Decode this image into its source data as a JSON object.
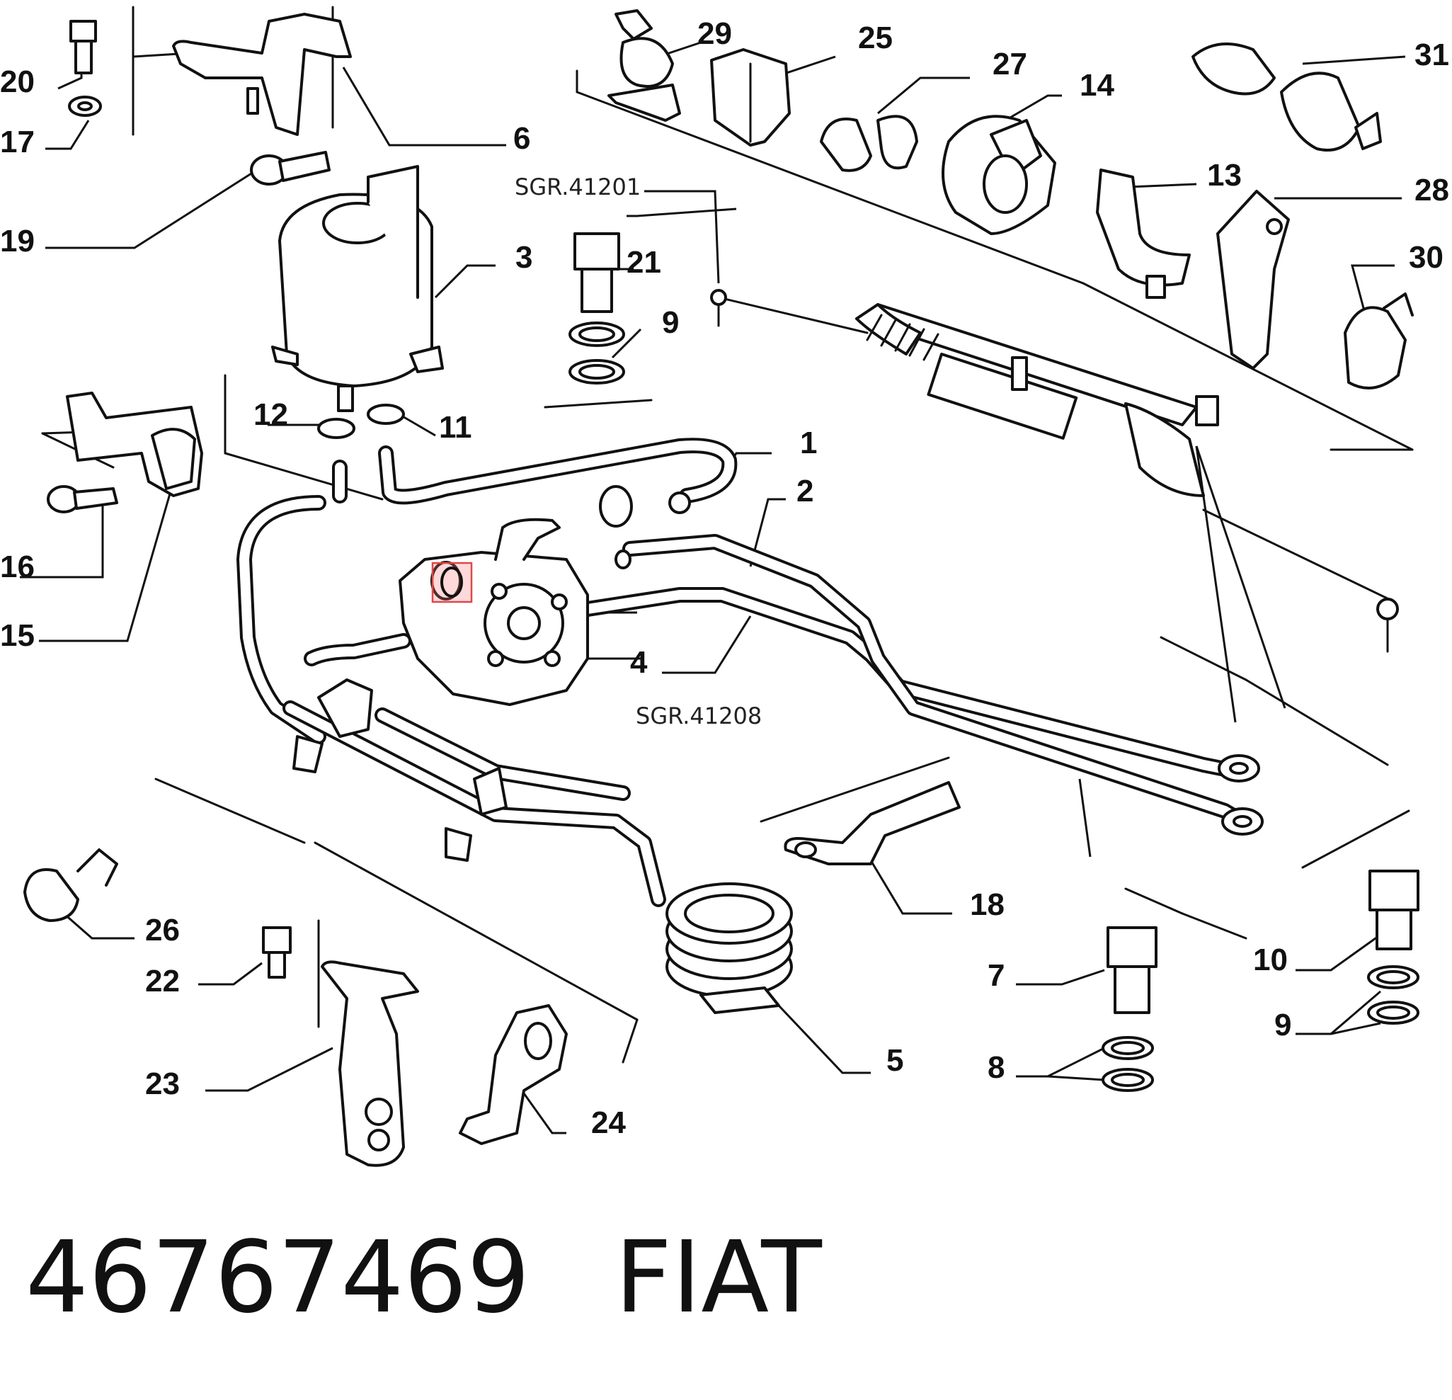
{
  "callouts": [
    {
      "id": "c20",
      "text": "20"
    },
    {
      "id": "c17",
      "text": "17"
    },
    {
      "id": "c6",
      "text": "6"
    },
    {
      "id": "c19",
      "text": "19"
    },
    {
      "id": "c3",
      "text": "3"
    },
    {
      "id": "c21",
      "text": "21"
    },
    {
      "id": "c9a",
      "text": "9"
    },
    {
      "id": "c12",
      "text": "12"
    },
    {
      "id": "c11",
      "text": "11"
    },
    {
      "id": "c16",
      "text": "16"
    },
    {
      "id": "c15",
      "text": "15"
    },
    {
      "id": "c1",
      "text": "1"
    },
    {
      "id": "c2",
      "text": "2"
    },
    {
      "id": "c4",
      "text": "4"
    },
    {
      "id": "c29",
      "text": "29"
    },
    {
      "id": "c25",
      "text": "25"
    },
    {
      "id": "c27",
      "text": "27"
    },
    {
      "id": "c14",
      "text": "14"
    },
    {
      "id": "c31",
      "text": "31"
    },
    {
      "id": "c13",
      "text": "13"
    },
    {
      "id": "c28",
      "text": "28"
    },
    {
      "id": "c30",
      "text": "30"
    },
    {
      "id": "c18",
      "text": "18"
    },
    {
      "id": "c26",
      "text": "26"
    },
    {
      "id": "c22",
      "text": "22"
    },
    {
      "id": "c23",
      "text": "23"
    },
    {
      "id": "c24",
      "text": "24"
    },
    {
      "id": "c5",
      "text": "5"
    },
    {
      "id": "c7",
      "text": "7"
    },
    {
      "id": "c8",
      "text": "8"
    },
    {
      "id": "c10",
      "text": "10"
    },
    {
      "id": "c9b",
      "text": "9"
    }
  ],
  "references": {
    "steering_rack": "SGR.41201",
    "pump": "SGR.41208"
  },
  "footer": {
    "part_number": "46767469",
    "brand": "FIAT"
  },
  "colors": {
    "line": "#111111",
    "highlight": "#e04848"
  }
}
